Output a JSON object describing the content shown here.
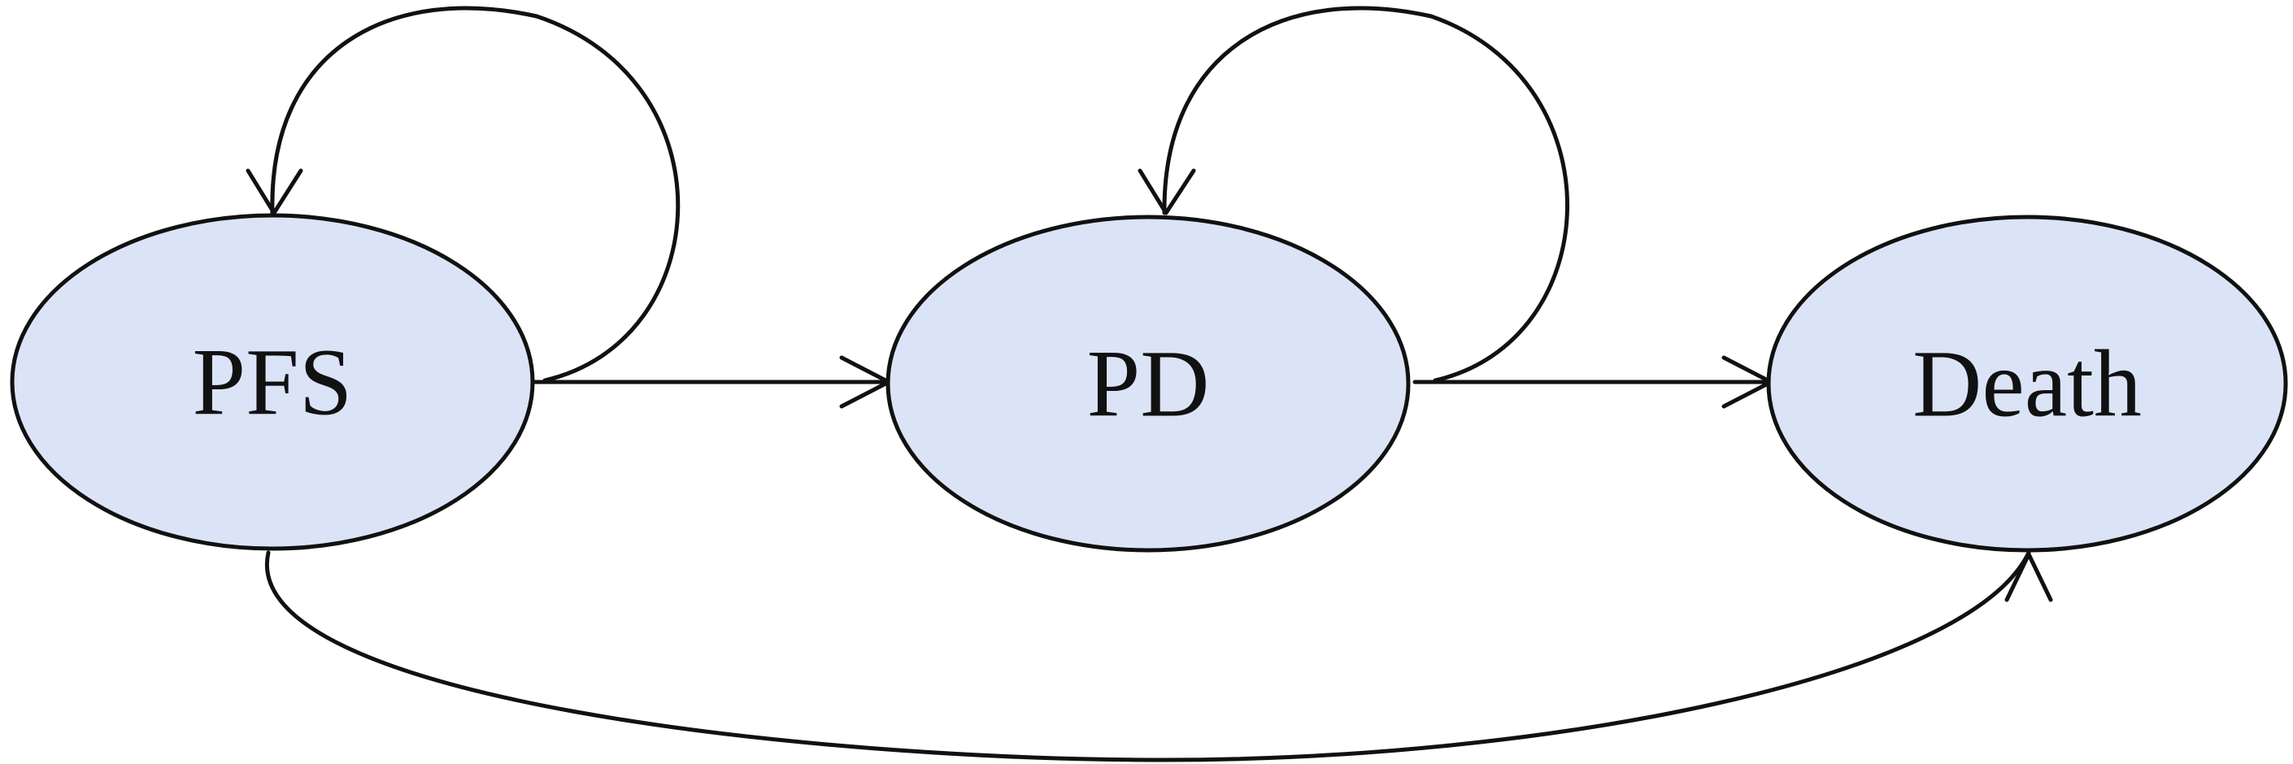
{
  "diagram": {
    "states": [
      {
        "id": "pfs",
        "label": "PFS"
      },
      {
        "id": "pd",
        "label": "PD"
      },
      {
        "id": "death",
        "label": "Death"
      }
    ],
    "transitions": [
      {
        "from": "pfs",
        "to": "pfs"
      },
      {
        "from": "pfs",
        "to": "pd"
      },
      {
        "from": "pd",
        "to": "pd"
      },
      {
        "from": "pd",
        "to": "death"
      },
      {
        "from": "pfs",
        "to": "death"
      }
    ],
    "colors": {
      "node_fill": "#dbe4f7",
      "stroke": "#111111",
      "background": "#ffffff"
    }
  }
}
